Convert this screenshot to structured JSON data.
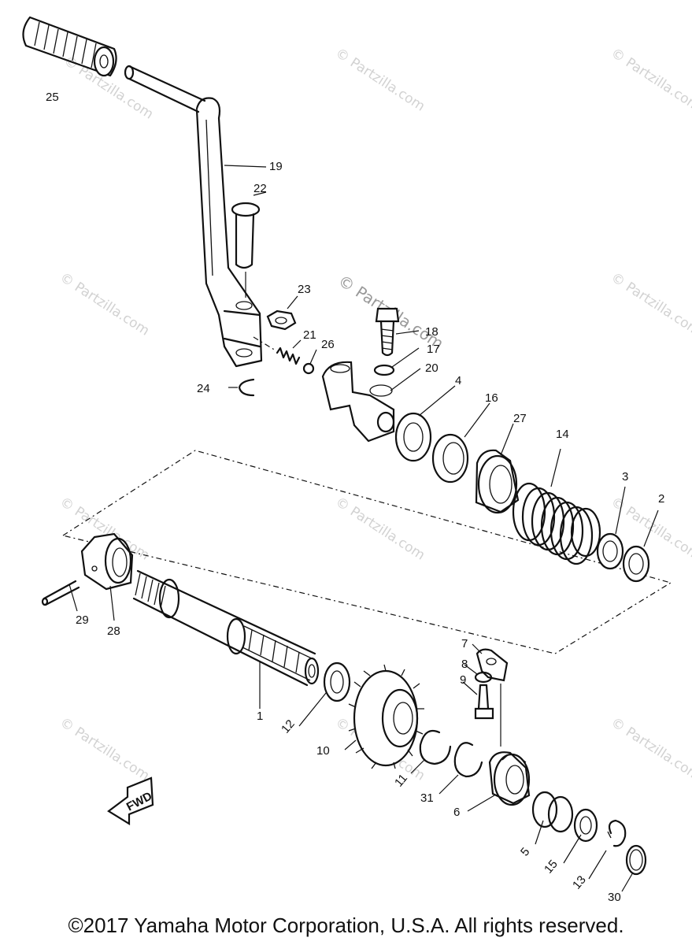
{
  "diagram": {
    "watermark": "© Partzilla.com",
    "fwd_label": "FWD",
    "copyright": "©2017 Yamaha Motor Corporation, U.S.A. All rights reserved.",
    "callouts": [
      "25",
      "19",
      "22",
      "23",
      "21",
      "26",
      "24",
      "18",
      "17",
      "20",
      "4",
      "16",
      "27",
      "14",
      "3",
      "2",
      "29",
      "28",
      "1",
      "7",
      "8",
      "9",
      "12",
      "10",
      "11",
      "31",
      "6",
      "5",
      "15",
      "13",
      "30"
    ]
  }
}
